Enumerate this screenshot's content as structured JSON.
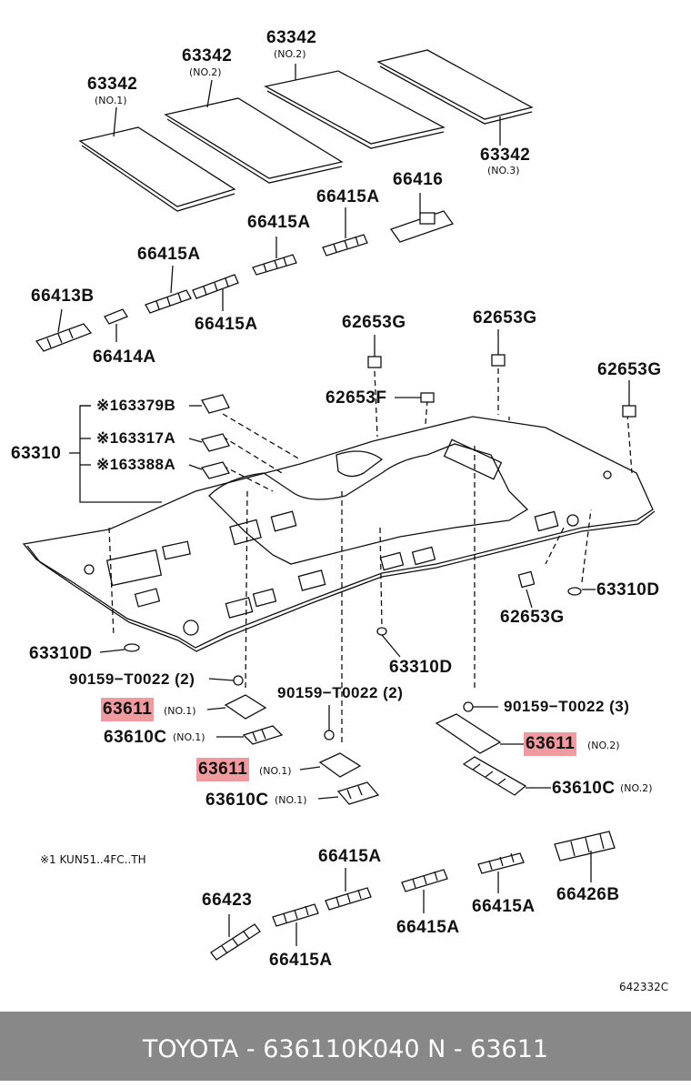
{
  "labels": {
    "p63342_no1": "63342",
    "p63342_no1_sub": "(NO.1)",
    "p63342_no2a": "63342",
    "p63342_no2a_sub": "(NO.2)",
    "p63342_no2b": "63342",
    "p63342_no2b_sub": "(NO.2)",
    "p63342_no3": "63342",
    "p63342_no3_sub": "(NO.3)",
    "p66416": "66416",
    "p66415a_1": "66415A",
    "p66415a_2": "66415A",
    "p66415a_3": "66415A",
    "p66415a_4": "66415A",
    "p66413b": "66413B",
    "p66414a": "66414A",
    "p62653g_1": "62653G",
    "p62653g_2": "62653G",
    "p62653g_3": "62653G",
    "p62653g_4": "62653G",
    "p62653f": "62653F",
    "p63379b": "※163379B",
    "p63317a": "※163317A",
    "p63388a": "※163388A",
    "p63310": "63310",
    "p63310d_1": "63310D",
    "p63310d_2": "63310D",
    "p63310d_3": "63310D",
    "p90159_1": "90159−T0022 (2)",
    "p90159_2": "90159−T0022 (2)",
    "p90159_3": "90159−T0022 (3)",
    "p63611_a": "63611",
    "p63611_a_sub": "(NO.1)",
    "p63611_b": "63611",
    "p63611_b_sub": "(NO.1)",
    "p63611_c": "63611",
    "p63611_c_sub": "(NO.2)",
    "p63610c_a": "63610C",
    "p63610c_a_sub": "(NO.1)",
    "p63610c_b": "63610C",
    "p63610c_b_sub": "(NO.1)",
    "p63610c_c": "63610C",
    "p63610c_c_sub": "(NO.2)",
    "note": "※1  KUN51..4FC..TH",
    "p66415a_b1": "66415A",
    "p66415a_b2": "66415A",
    "p66415a_b3": "66415A",
    "p66415a_b4": "66415A",
    "p66423": "66423",
    "p66426b": "66426B",
    "fig_code": "642332C"
  },
  "footer": {
    "text": "TOYOTA - 636110K040      N - 63611"
  },
  "colors": {
    "highlight": "#f19aa0",
    "footer_bg": "#888888",
    "footer_text": "#ffffff",
    "line": "#111111"
  }
}
